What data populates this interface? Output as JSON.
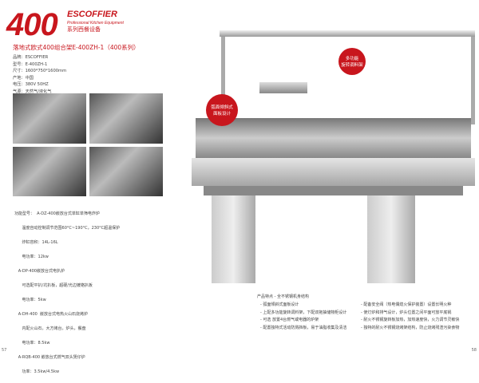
{
  "brand": {
    "number": "400",
    "name": "ESCOFFIER",
    "tagline": "Professional Kitchen Equipment",
    "series": "系列西餐设备"
  },
  "product_title": "落地式欧式400组合架E-400ZH-1（400系列）",
  "specs": [
    "品牌：ESCOFFIER",
    "型号：E-400ZH-1",
    "尺寸：1600*750*1600mm",
    "产地：中国",
    "电压：380V 50HZ",
    "气源：天然气/液化气"
  ],
  "functions": [
    "功能型号：  A-DZ-400嵌放台式单缸单筛电炸炉",
    "      温度自动控制调节范围60°C~190°C，230°C超温保护",
    "      炸缸容积：14L-16L",
    "      电功率：12kw",
    "   A-DP-400嵌放台式电扒炉",
    "      可选配平扒/坑扒板，超硬/光边镀铬扒板",
    "      电功率：5kw",
    "   A-DH-400  嵌放台式电热火山石烧烤炉",
    "      内配火山石，大方烤台，炉头，餐盘",
    "      电功率：8.5kw",
    "   A-RQB-400 嵌放台式燃气双头煲仔炉",
    "      功率：3.5kw/4.5kw"
  ],
  "features": {
    "heading": "产品特点  - 全不锈钢机身结构",
    "left": [
      "- 弧面倾斜式面板设计",
      "- 上配多功能旋转调料架，下配双拖抽储物柜设计",
      "- 可选 放置4台燃气或电器的炉架",
      "- 配置独特式活动防溅挡板，易于油脂收集及清洁"
    ],
    "right": [
      "- 配备安全阀（热电偶熄火保护装置）设置长明火种",
      "- 使灯炉和排气设计，炉头位置之间平面可放平底锅",
      "- 耐火不锈钢旋转板加热，加热速度快，火力调节灵敏快",
      "- 独特的耐火不锈钢烧烤架结构，防止烧烤残渣污染食物"
    ]
  },
  "callouts": [
    "多功能\n旋转调料架",
    "弧面倾斜式\n面板设计"
  ],
  "page_left": "57",
  "page_right": "58"
}
